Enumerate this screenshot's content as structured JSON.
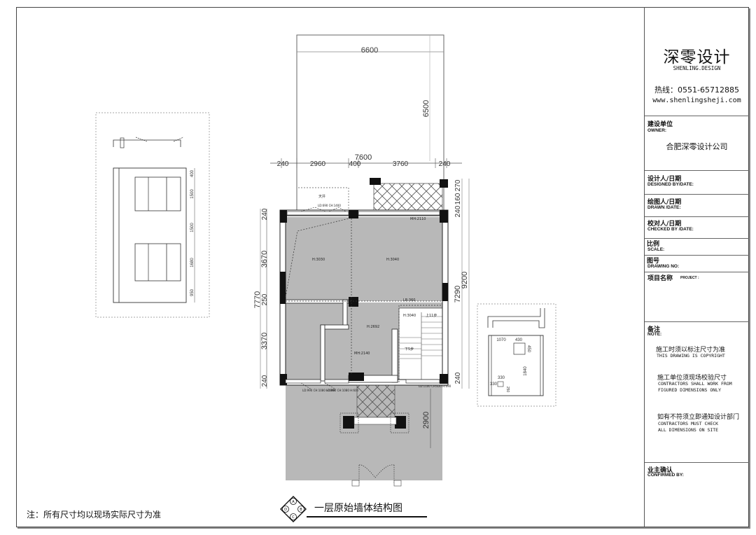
{
  "title_block": {
    "company_cn": "深零设计",
    "company_en": "SHENLING.DESIGN",
    "hotline": "热线：0551-65712885",
    "website": "www.shenlingsheji.com",
    "owner_label_cn": "建设单位",
    "owner_label_en": "OWNER:",
    "owner_name": "合肥深零设计公司",
    "designed_cn": "设计人/日期",
    "designed_en": "DESIGNED BY/DATE:",
    "drawn_cn": "绘图人/日期",
    "drawn_en": "DRAWN /DATE:",
    "checked_cn": "校对人/日期",
    "checked_en": "CHECKED BY /DATE:",
    "scale_cn": "比例",
    "scale_en": "SCALE:",
    "drawing_no_cn": "图号",
    "drawing_no_en": "DRAWING NO:",
    "project_cn": "项目名称",
    "project_en": "PROJECT :",
    "note_cn": "备注",
    "note_en": "NOTE:",
    "notes": [
      {
        "cn": "施工时须以标注尺寸为准",
        "en": "THIS DRAWING IS COPYRIGHT"
      },
      {
        "cn": "施工单位须现场校验尺寸",
        "en": "CONTRACTORS SHALL WORK FROM FIGURED DIMENSIONS ONLY"
      },
      {
        "cn": "如有不符须立即通知设计部门",
        "en": "CONTRACTORS MUST CHECK ALL DIMENSIONS ON SITE"
      }
    ],
    "confirmed_cn": "业主确认",
    "confirmed_en": "CONFIRMED BY:"
  },
  "footer": {
    "note": "注：所有尺寸均以现场实际尺寸为准",
    "drawing_title": "一层原始墙体结构图",
    "compass_letters": [
      "A",
      "B",
      "C",
      "D"
    ]
  },
  "plan": {
    "top_area": {
      "width": "6600",
      "depth": "6500"
    },
    "overall_width": "7600",
    "top_dims": [
      "240",
      "2960",
      "400",
      "3760",
      "240"
    ],
    "left_dims": [
      "240",
      "3670",
      "250",
      "3370",
      "240"
    ],
    "left_total": "7770",
    "right_dims": [
      "270",
      "160",
      "240",
      "7290",
      "240"
    ],
    "right_total": "9200",
    "front_depth": "2900",
    "room_labels": {
      "skylight": "天井",
      "room_left_top": "H:3030",
      "room_right_top": "H:3040",
      "room_center": "H:2692",
      "room_stair": "H:3040",
      "door_center": "MH:2140",
      "window_top": "MH:2110",
      "beam": "LB:360",
      "stair_up": "上11步",
      "stair_down": "下5步",
      "window_top_left": "LD:690 CH:1400",
      "window_bottom_1": "LD:990 CH:1080 H:600",
      "window_bottom_2": "LD:990 CH:1080 H:600",
      "window_bottom_3": "LD:1100 CH:830 H:690"
    }
  },
  "elevation_left": {
    "dims": [
      "400",
      "1500",
      "1500",
      "1680",
      "950"
    ]
  },
  "detail_right": {
    "dims": [
      "1070",
      "430",
      "450",
      "1840",
      "330",
      "330",
      "250"
    ]
  }
}
